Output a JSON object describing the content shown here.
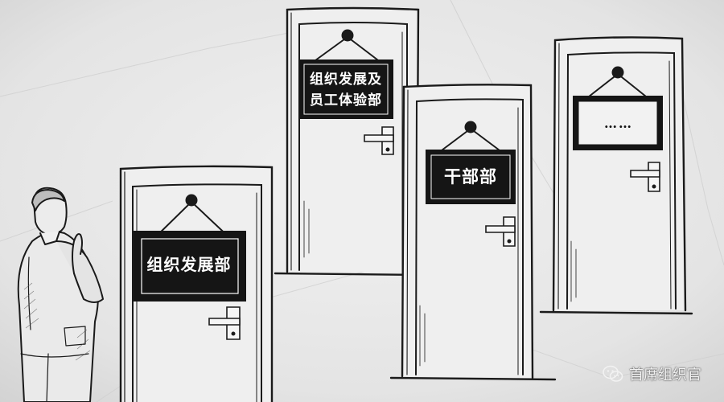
{
  "scene": {
    "description_free": true
  },
  "doors": [
    {
      "sign_lines": [
        "组织发展部"
      ]
    },
    {
      "sign_lines": [
        "组织发展及",
        "员工体验部"
      ]
    },
    {
      "sign_lines": [
        "干部部"
      ]
    },
    {
      "sign_lines": [
        "……"
      ]
    }
  ],
  "watermark": {
    "label": "首席组织官",
    "icon": "wechat-icon"
  },
  "colors": {
    "paper": "#e9e9e9",
    "ink": "#1a1a1a",
    "sign": "#151515"
  }
}
